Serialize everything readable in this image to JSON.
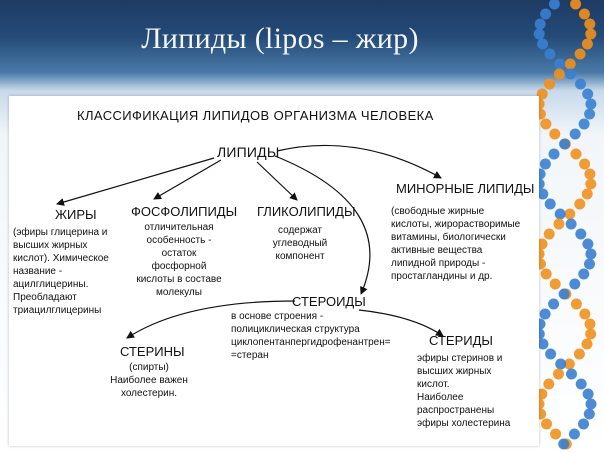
{
  "slide": {
    "title": "Липиды (lipos – жир)"
  },
  "diagram": {
    "heading": "КЛАССИФИКАЦИЯ ЛИПИДОВ ОРГАНИЗМА ЧЕЛОВЕКА",
    "root": "ЛИПИДЫ",
    "fats": {
      "label": "ЖИРЫ",
      "desc": [
        "(эфиры глицерина и",
        "высших жирных",
        "кислот). Химическое",
        "название -",
        "ацилглицерины.",
        "Преобладают",
        "триацилглицерины"
      ]
    },
    "phospholipids": {
      "label": "ФОСФОЛИПИДЫ",
      "desc": [
        "отличительная",
        "особенность -",
        "остаток",
        "фосфорной",
        "кислоты в составе",
        "молекулы"
      ]
    },
    "glycolipids": {
      "label": "ГЛИКОЛИПИДЫ",
      "desc": [
        "содержат",
        "углеводный",
        "компонент"
      ]
    },
    "minor": {
      "label": "МИНОРНЫЕ ЛИПИДЫ",
      "desc": [
        "(свободные жирные",
        "кислоты, жирорастворимые",
        "витамины, биологически",
        "активные вещества",
        "липидной природы -",
        "простагландины и др."
      ]
    },
    "steroids": {
      "label": "СТЕРОИДЫ",
      "desc": [
        "в основе строения -",
        "полициклическая структура",
        "циклопентанпергидрофенантрен=",
        "=стеран"
      ]
    },
    "sterols": {
      "label": "СТЕРИНЫ",
      "desc": [
        "(спирты)",
        "Наиболее важен",
        "холестерин."
      ]
    },
    "sterides": {
      "label": "СТЕРИДЫ",
      "desc": [
        "эфиры стеринов и",
        "высших жирных",
        "кислот.",
        "Наиболее",
        "распространены",
        "эфиры холестерина"
      ]
    }
  },
  "colors": {
    "header_dark": "#1e3b63",
    "dna_orange": "#f0901e",
    "dna_blue": "#3a7fd0",
    "text": "#111111"
  }
}
